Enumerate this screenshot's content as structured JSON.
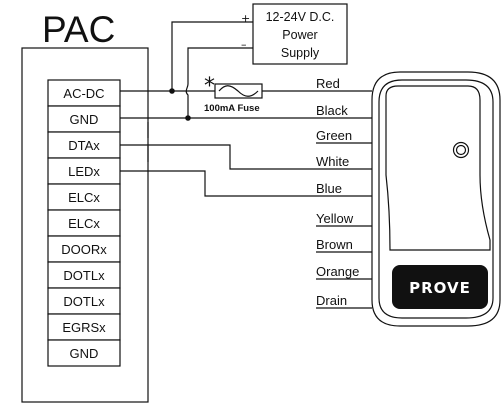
{
  "controller": {
    "title": "PAC",
    "terminals": [
      "AC-DC",
      "GND",
      "DTAx",
      "LEDx",
      "ELCx",
      "ELCx",
      "DOORx",
      "DOTLx",
      "DOTLx",
      "EGRSx",
      "GND"
    ]
  },
  "power_supply": {
    "line1": "12-24V D.C.",
    "line2": "Power",
    "line3": "Supply",
    "plus_sign": "+",
    "minus_sign": "–"
  },
  "fuse": {
    "marker": "*",
    "label": "100mA Fuse"
  },
  "wires": [
    "Red",
    "Black",
    "Green",
    "White",
    "Blue",
    "Yellow",
    "Brown",
    "Orange",
    "Drain"
  ],
  "reader": {
    "logo": "PROVE"
  }
}
